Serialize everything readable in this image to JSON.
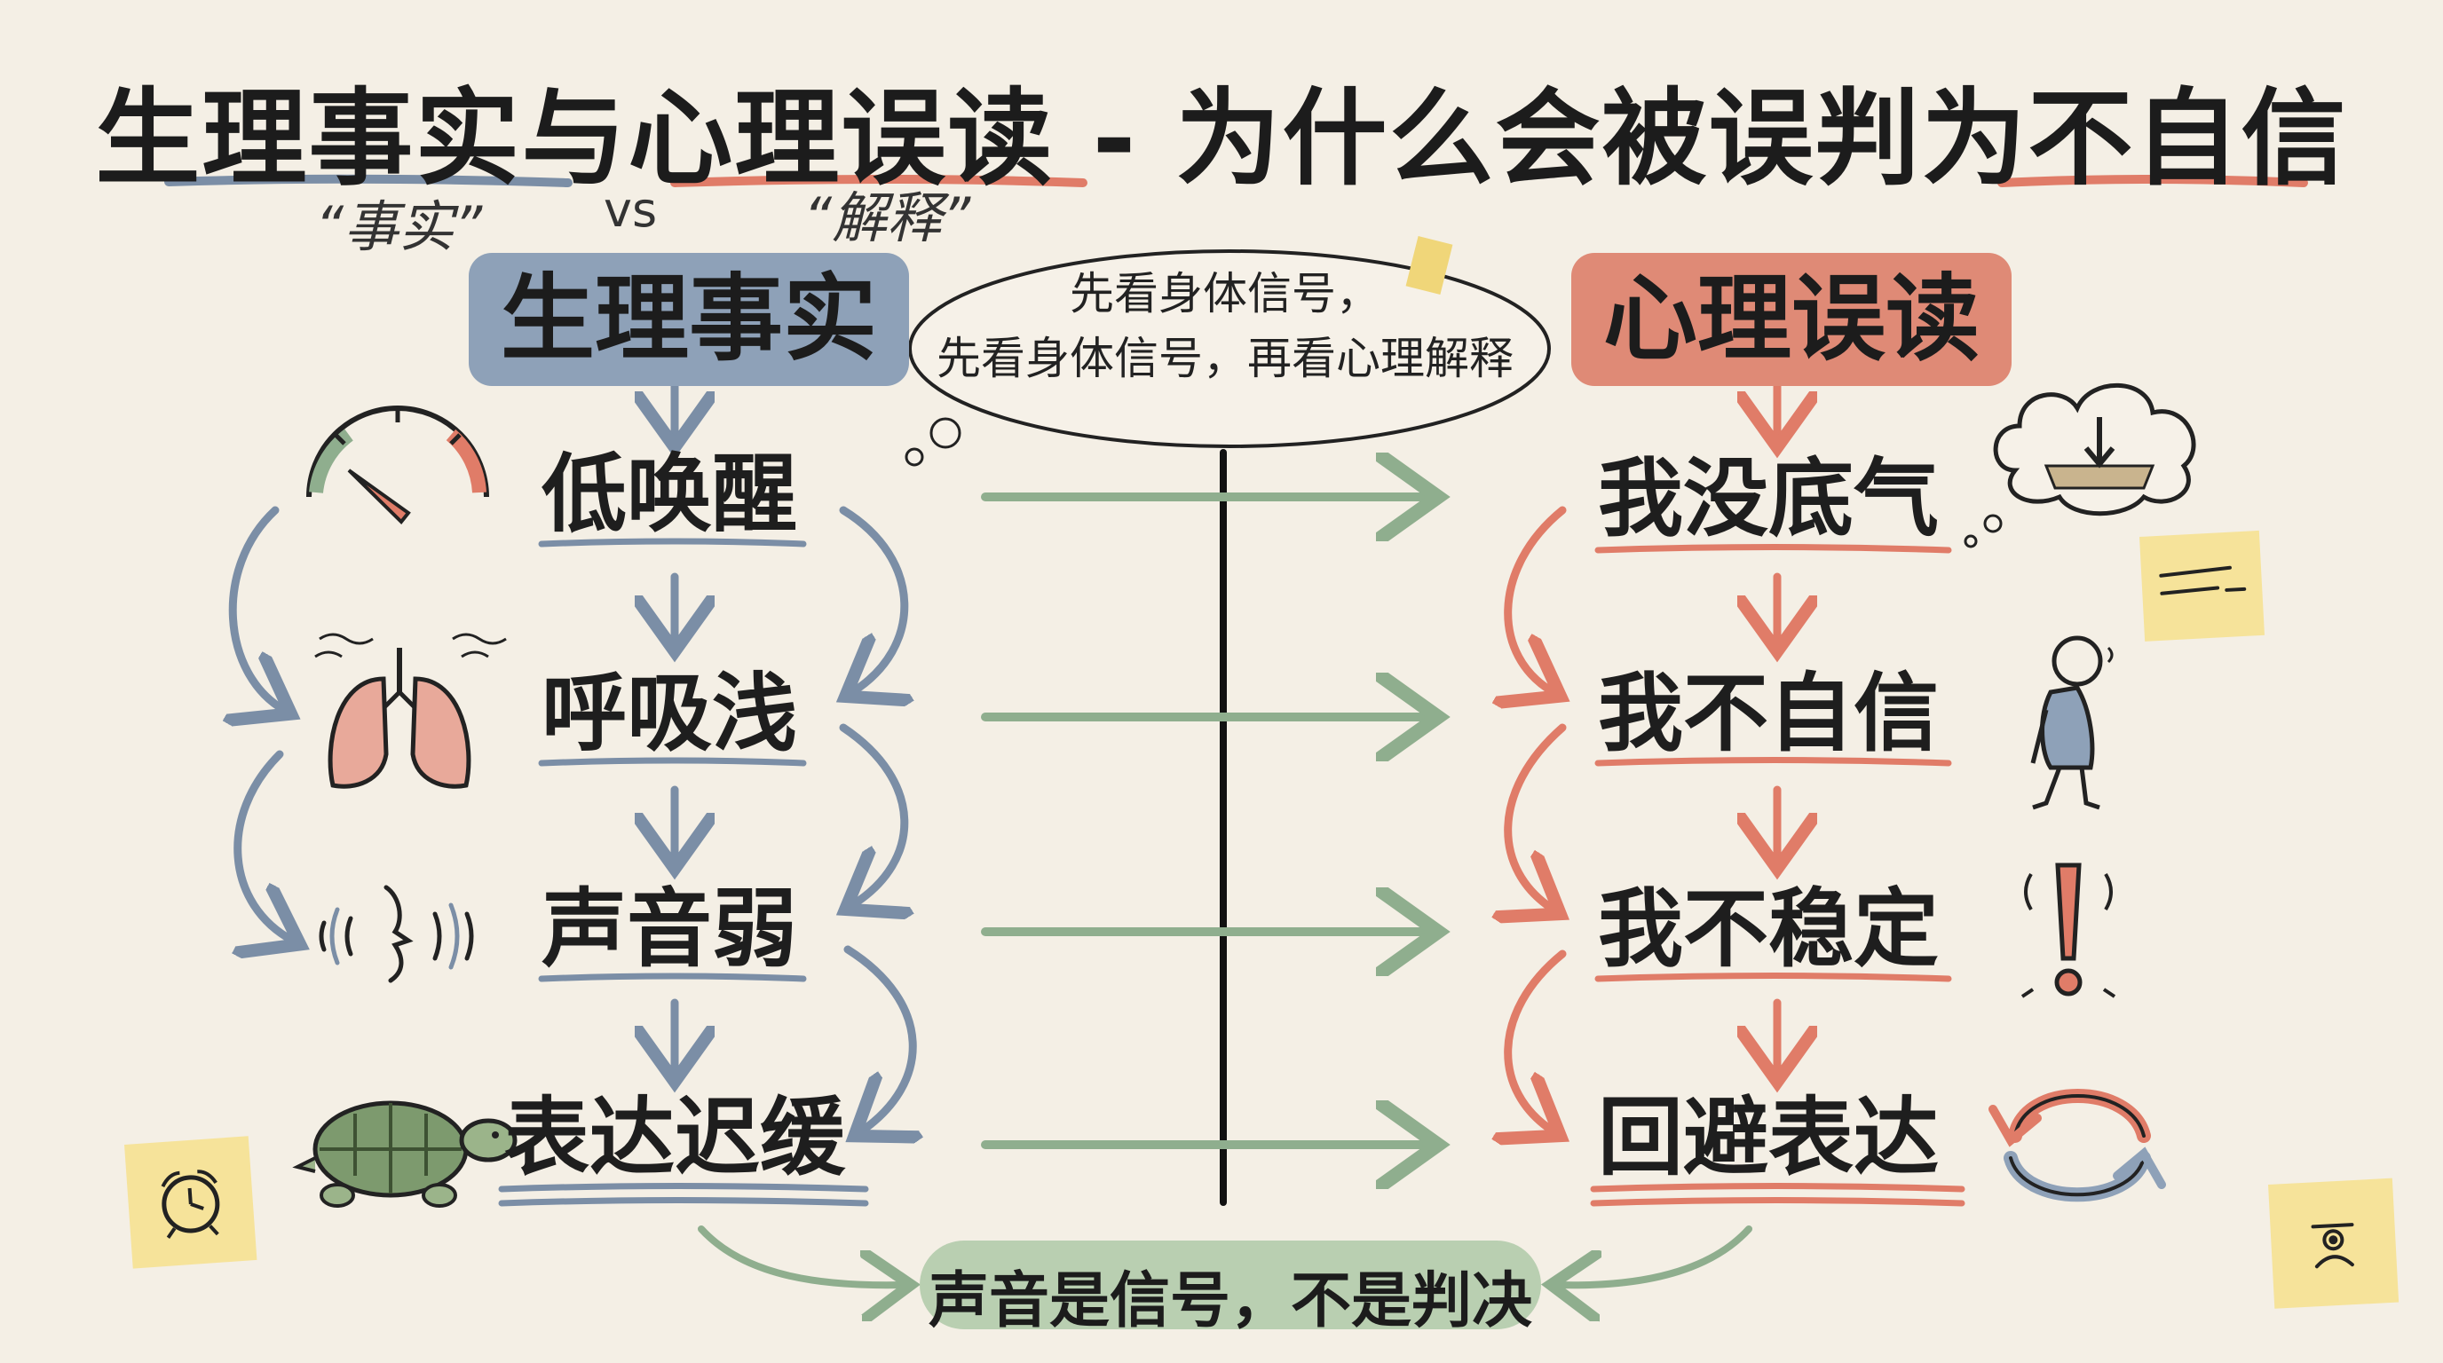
{
  "title": "生理事实与心理误读 - 为什么会被误判为不自信",
  "subtitle": {
    "fact_note": "“事实”",
    "vs": "vs",
    "interpret_note": "“解释”"
  },
  "left_column": {
    "heading": "生理事实",
    "items": [
      {
        "label": "低唤醒",
        "icon": "gauge-icon"
      },
      {
        "label": "呼吸浅",
        "icon": "lungs-icon"
      },
      {
        "label": "声音弱",
        "icon": "weak-voice-icon"
      },
      {
        "label": "表达迟缓",
        "icon": "turtle-icon"
      }
    ]
  },
  "right_column": {
    "heading": "心理误读",
    "items": [
      {
        "label": "我没底气",
        "icon": "thought-cloud-icon"
      },
      {
        "label": "我不自信",
        "icon": "slumped-person-icon"
      },
      {
        "label": "我不稳定",
        "icon": "exclamation-icon"
      },
      {
        "label": "回避表达",
        "icon": "cycle-arrows-icon"
      }
    ]
  },
  "thought_bubble": {
    "line1": "先看身体信号，",
    "line2": "先看身体信号，再看心理解释"
  },
  "footer": {
    "text": "声音是信号，不是判决"
  },
  "sticky_notes": [
    "alarm-clock-icon",
    "sticky-note-lines-icon",
    "smiley-icon"
  ],
  "colors": {
    "background": "#f4efe5",
    "blue": "#7b8ea6",
    "blue_box": "#8ea1b8",
    "red": "#e07c68",
    "red_box": "#df8a76",
    "green": "#8fae8e",
    "green_pill": "#b9cfb1",
    "sticky": "#f6e39a"
  }
}
